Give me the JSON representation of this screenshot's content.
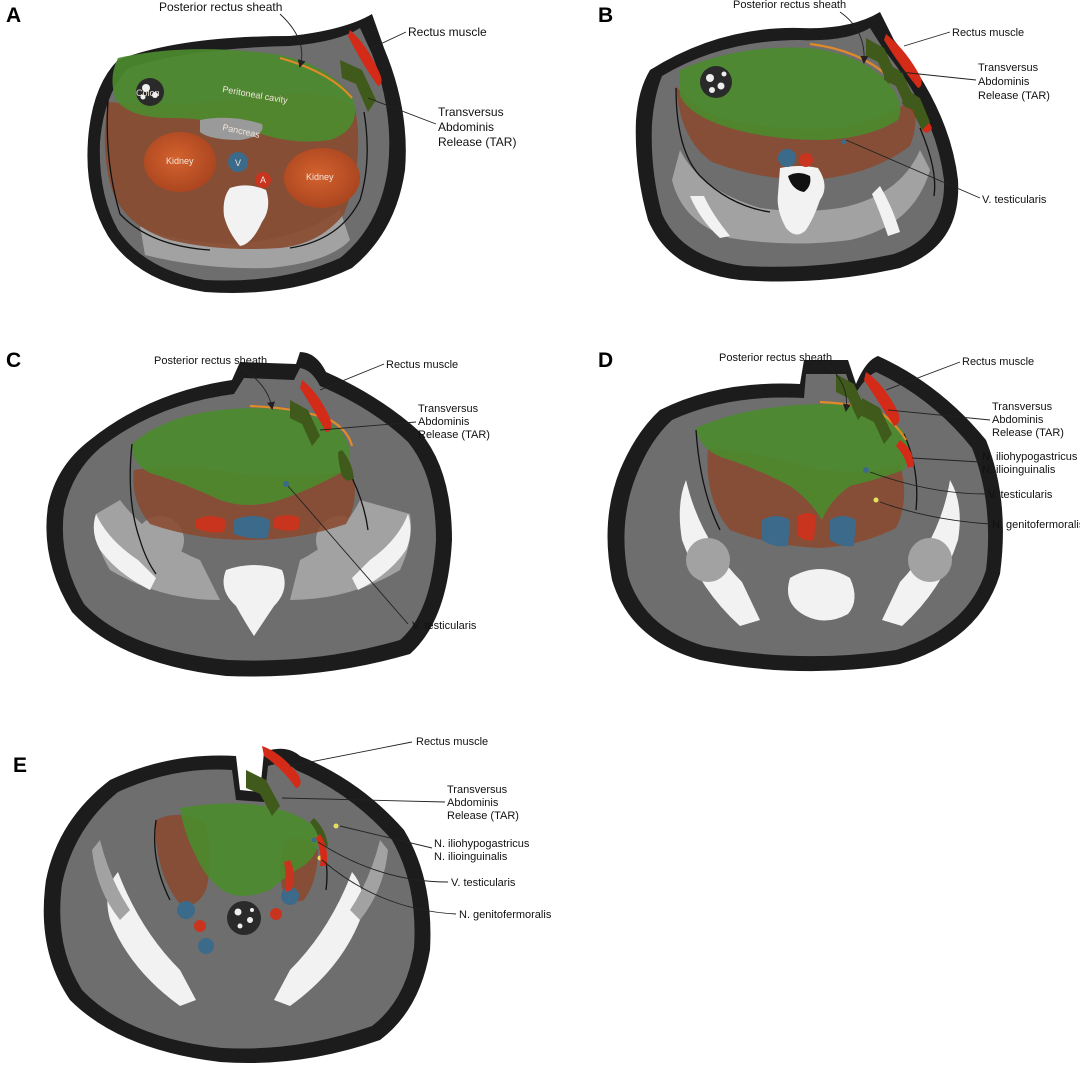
{
  "panels": {
    "a": {
      "letter": "A",
      "posterior_sheath": "Posterior rectus sheath",
      "rectus": "Rectus muscle",
      "tar": [
        "Transversus",
        "Abdominis",
        "Release (TAR)"
      ],
      "organs": {
        "colon": "Colon",
        "peritoneal": "Peritoneal cavity",
        "pancreas": "Pancreas",
        "kidney_left": "Kidney",
        "kidney_right": "Kidney",
        "vein": "V",
        "artery": "A"
      }
    },
    "b": {
      "letter": "B",
      "posterior_sheath": "Posterior rectus sheath",
      "rectus": "Rectus muscle",
      "tar": [
        "Transversus",
        "Abdominis",
        "Release (TAR)"
      ],
      "testicular": "V. testicularis"
    },
    "c": {
      "letter": "C",
      "posterior_sheath": "Posterior rectus sheath",
      "rectus": "Rectus muscle",
      "tar": [
        "Transversus",
        "Abdominis",
        "Release (TAR)"
      ],
      "testicular": "V. testicularis"
    },
    "d": {
      "letter": "D",
      "posterior_sheath": "Posterior rectus sheath",
      "rectus": "Rectus muscle",
      "tar": [
        "Transversus",
        "Abdominis",
        "Release (TAR)"
      ],
      "nerves": [
        "N. iliohypogastricus",
        "N. ilioinguinalis"
      ],
      "testicular": "V. testicularis",
      "genitofemoral": "N. genitofermoralis"
    },
    "e": {
      "letter": "E",
      "rectus": "Rectus muscle",
      "tar": [
        "Transversus",
        "Abdominis",
        "Release (TAR)"
      ],
      "nerves": [
        "N. iliohypogastricus",
        "N. ilioinguinalis"
      ],
      "testicular": "V. testicularis",
      "genitofemoral": "N. genitofermoralis"
    }
  },
  "colors": {
    "background": "#ffffff",
    "skin": "#1c1c1c",
    "fat": "#6e6e6e",
    "muscle": "#a2a2a2",
    "bone": "#f2f2f2",
    "peritoneal_green": "#4c8a2e",
    "retroperitoneal_brown": "#8a4a30",
    "kidney_orange": "#c8592e",
    "rectus_red": "#d42a18",
    "arrow_green": "#3f5a1a",
    "vein_blue": "#3c6a8a",
    "artery_red": "#c8341e",
    "sheath_orange": "#e08a2a",
    "nerve_yellow": "#e6e060"
  }
}
